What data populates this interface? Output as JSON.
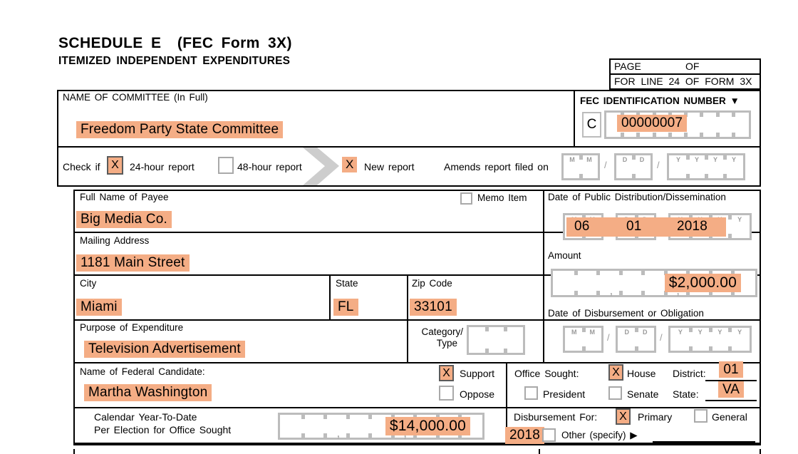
{
  "colors": {
    "highlight": "#f4ad85",
    "comb_border": "#bcbcbc"
  },
  "marks": {
    "x": "X",
    "comma": ","
  },
  "date_letters": {
    "m": "M",
    "d": "D",
    "y": "Y",
    "slash": "/"
  },
  "title": {
    "line1": "SCHEDULE E  (FEC Form 3X)",
    "line2": "ITEMIZED INDEPENDENT EXPENDITURES"
  },
  "page_box": {
    "page_label": "PAGE",
    "of_label": "OF",
    "line24_label": "FOR LINE 24 OF FORM 3X"
  },
  "committee": {
    "name_label": "NAME OF COMMITTEE (In Full)",
    "name_value": "Freedom Party State Committee",
    "fec_id_label": "FEC IDENTIFICATION NUMBER ▼",
    "fec_prefix": "C",
    "fec_id_value": "00000007"
  },
  "report_row": {
    "check_if_label": "Check if",
    "h24_label": "24-hour report",
    "h48_label": "48-hour report",
    "new_report_label": "New report",
    "amends_label": "Amends report filed on"
  },
  "payee": {
    "label": "Full Name of Payee",
    "value": "Big Media Co.",
    "memo_label": "Memo Item"
  },
  "dissemination": {
    "label": "Date of Public Distribution/Dissemination",
    "mm": "06",
    "dd": "01",
    "yyyy": "2018"
  },
  "mailing": {
    "label": "Mailing Address",
    "value": "1181 Main Street"
  },
  "amount": {
    "label": "Amount",
    "value": "$2,000.00"
  },
  "city": {
    "label": "City",
    "value": "Miami"
  },
  "state": {
    "label": "State",
    "value": "FL"
  },
  "zip": {
    "label": "Zip Code",
    "value": "33101"
  },
  "disbursement_date": {
    "label": "Date of Disbursement or Obligation"
  },
  "purpose": {
    "label": "Purpose of Expenditure",
    "value": "Television Advertisement"
  },
  "category": {
    "label_line1": "Category/",
    "label_line2": "Type"
  },
  "candidate": {
    "label": "Name of Federal Candidate:",
    "value": "Martha Washington",
    "support_label": "Support",
    "oppose_label": "Oppose"
  },
  "office": {
    "label": "Office Sought:",
    "house_label": "House",
    "president_label": "President",
    "senate_label": "Senate",
    "district_label": "District:",
    "district_value": "01",
    "state_label": "State:",
    "state_value": "VA"
  },
  "ytd": {
    "label_line1": "Calendar Year-To-Date",
    "label_line2": "Per Election for Office Sought",
    "value": "$14,000.00"
  },
  "disbursement_for": {
    "label": "Disbursement For:",
    "primary_label": "Primary",
    "general_label": "General",
    "year_value": "2018",
    "other_label": "Other (specify) ▶"
  }
}
